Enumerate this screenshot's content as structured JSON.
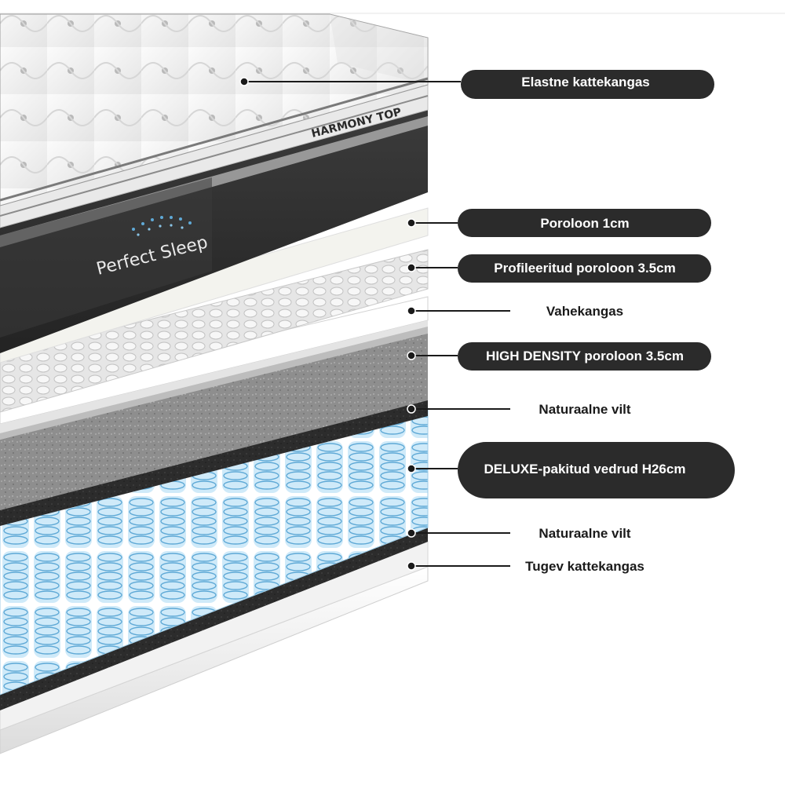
{
  "product": {
    "model_label": "HARMONY TOP",
    "brand_name": "Perfect Sleep"
  },
  "colors": {
    "pill_fill": "#2b2b2b",
    "pill_text": "#ffffff",
    "plain_text": "#1a1a1a",
    "leader_line": "#1a1a1a",
    "spring_blue": "#7ec3ea",
    "felt_dark": "#2f2f2f",
    "foam_gray": "#8a8a8a",
    "cover_white": "#f4f4f4"
  },
  "layers": [
    {
      "label": "Elastne kattekangas",
      "style": "pill",
      "icon": "dot-marker"
    },
    {
      "label": "Poroloon 1cm",
      "style": "pill",
      "icon": "dot-marker"
    },
    {
      "label": "Profileeritud poroloon 3.5cm",
      "style": "pill",
      "icon": "dot-marker"
    },
    {
      "label": "Vahekangas",
      "style": "plain",
      "icon": "dot-marker"
    },
    {
      "label": "HIGH DENSITY poroloon 3.5cm",
      "style": "pill",
      "icon": "dot-marker"
    },
    {
      "label": "Naturaalne vilt",
      "style": "plain",
      "icon": "dot-marker"
    },
    {
      "label": "DELUXE-pakitud vedrud H26cm",
      "style": "pill",
      "icon": "dot-marker"
    },
    {
      "label": "Naturaalne vilt",
      "style": "plain",
      "icon": "dot-marker"
    },
    {
      "label": "Tugev kattekangas",
      "style": "plain",
      "icon": "dot-marker"
    }
  ]
}
